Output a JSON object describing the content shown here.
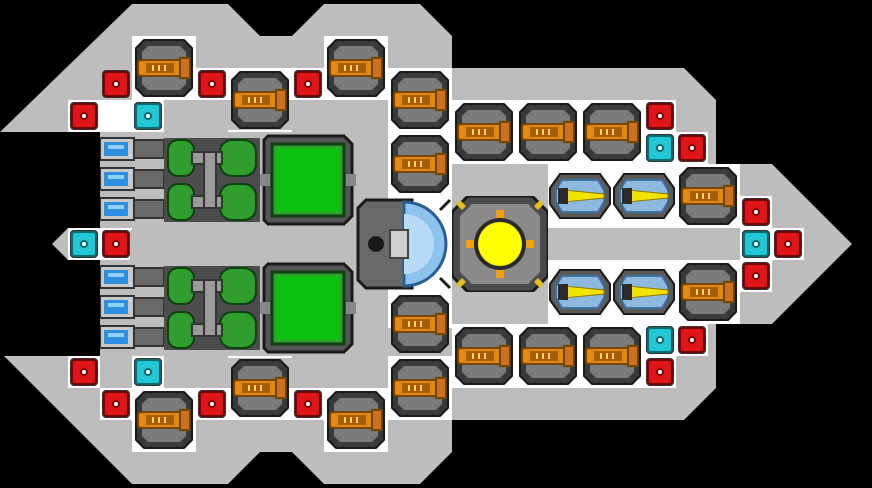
{
  "ship": {
    "colors": {
      "hull": "#bdbdbd",
      "slot": "#ffffff",
      "thruster_glow": "#2c8fe0",
      "tank": "#2f9e2f",
      "reactor_core": "#ffff00",
      "armor_red": "#e0151c",
      "armor_cyan": "#22c6d0",
      "gun_barrel": "#e08a10",
      "laser_beam": "#f2e200"
    },
    "modules": [
      {
        "id": "cannon-1",
        "type": "cannon-turret"
      },
      {
        "id": "cannon-2",
        "type": "cannon-turret"
      },
      {
        "id": "cannon-3",
        "type": "cannon-turret"
      },
      {
        "id": "cannon-4",
        "type": "cannon-turret"
      },
      {
        "id": "cannon-5",
        "type": "cannon-turret"
      },
      {
        "id": "cannon-6",
        "type": "cannon-turret"
      },
      {
        "id": "cannon-7",
        "type": "cannon-turret"
      },
      {
        "id": "cannon-8",
        "type": "cannon-turret"
      },
      {
        "id": "cannon-9",
        "type": "cannon-turret"
      },
      {
        "id": "cannon-10",
        "type": "cannon-turret"
      },
      {
        "id": "cannon-11",
        "type": "cannon-turret"
      },
      {
        "id": "cannon-12",
        "type": "cannon-turret"
      },
      {
        "id": "cannon-13",
        "type": "cannon-turret"
      },
      {
        "id": "cannon-14",
        "type": "cannon-turret"
      },
      {
        "id": "cannon-15",
        "type": "cannon-turret"
      },
      {
        "id": "cannon-16",
        "type": "cannon-turret"
      },
      {
        "id": "laser-1",
        "type": "laser-turret"
      },
      {
        "id": "laser-2",
        "type": "laser-turret"
      },
      {
        "id": "laser-3",
        "type": "laser-turret"
      },
      {
        "id": "laser-4",
        "type": "laser-turret"
      },
      {
        "id": "reactor",
        "type": "reactor"
      },
      {
        "id": "cockpit",
        "type": "cockpit"
      },
      {
        "id": "fuel-tank-top",
        "type": "fuel-tank"
      },
      {
        "id": "fuel-tank-bottom",
        "type": "fuel-tank"
      },
      {
        "id": "engine-top",
        "type": "engine-pipes"
      },
      {
        "id": "engine-bottom",
        "type": "engine-pipes"
      },
      {
        "id": "thrusters-top",
        "type": "thruster-bank"
      },
      {
        "id": "thrusters-bottom",
        "type": "thruster-bank"
      }
    ],
    "armor": [
      {
        "color": "red"
      },
      {
        "color": "red"
      },
      {
        "color": "red"
      },
      {
        "color": "red"
      },
      {
        "color": "cyan"
      },
      {
        "color": "red"
      },
      {
        "color": "cyan"
      },
      {
        "color": "red"
      },
      {
        "color": "red"
      },
      {
        "color": "cyan"
      },
      {
        "color": "red"
      },
      {
        "color": "red"
      },
      {
        "color": "red"
      },
      {
        "color": "cyan"
      },
      {
        "color": "red"
      },
      {
        "color": "red"
      },
      {
        "color": "red"
      },
      {
        "color": "red"
      },
      {
        "color": "cyan"
      },
      {
        "color": "red"
      },
      {
        "color": "cyan"
      },
      {
        "color": "red"
      },
      {
        "color": "red"
      },
      {
        "color": "cyan"
      },
      {
        "color": "red"
      },
      {
        "color": "red"
      }
    ]
  }
}
